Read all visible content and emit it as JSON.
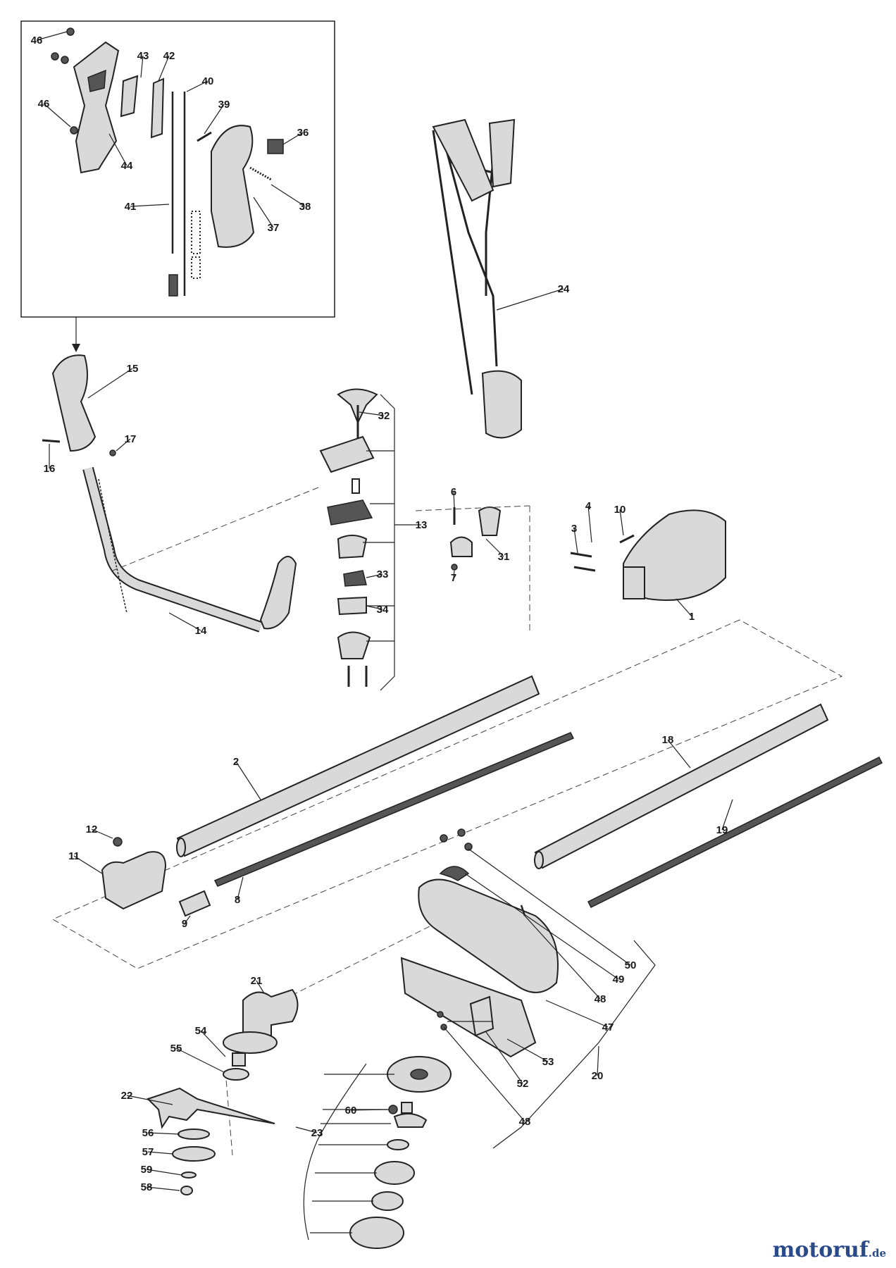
{
  "labels": [
    {
      "id": "46a",
      "text": "46"
    },
    {
      "id": "43",
      "text": "43"
    },
    {
      "id": "42",
      "text": "42"
    },
    {
      "id": "40",
      "text": "40"
    },
    {
      "id": "39",
      "text": "39"
    },
    {
      "id": "36",
      "text": "36"
    },
    {
      "id": "46b",
      "text": "46"
    },
    {
      "id": "44",
      "text": "44"
    },
    {
      "id": "41",
      "text": "41"
    },
    {
      "id": "37",
      "text": "37"
    },
    {
      "id": "38",
      "text": "38"
    },
    {
      "id": "24",
      "text": "24"
    },
    {
      "id": "15",
      "text": "15"
    },
    {
      "id": "32",
      "text": "32"
    },
    {
      "id": "17",
      "text": "17"
    },
    {
      "id": "16",
      "text": "16"
    },
    {
      "id": "6",
      "text": "6"
    },
    {
      "id": "13",
      "text": "13"
    },
    {
      "id": "31",
      "text": "31"
    },
    {
      "id": "7",
      "text": "7"
    },
    {
      "id": "4",
      "text": "4"
    },
    {
      "id": "10",
      "text": "10"
    },
    {
      "id": "3",
      "text": "3"
    },
    {
      "id": "33",
      "text": "33"
    },
    {
      "id": "34",
      "text": "34"
    },
    {
      "id": "14",
      "text": "14"
    },
    {
      "id": "1",
      "text": "1"
    },
    {
      "id": "18",
      "text": "18"
    },
    {
      "id": "2",
      "text": "2"
    },
    {
      "id": "19",
      "text": "19"
    },
    {
      "id": "12",
      "text": "12"
    },
    {
      "id": "11",
      "text": "11"
    },
    {
      "id": "8",
      "text": "8"
    },
    {
      "id": "9",
      "text": "9"
    },
    {
      "id": "50",
      "text": "50"
    },
    {
      "id": "49",
      "text": "49"
    },
    {
      "id": "48a",
      "text": "48"
    },
    {
      "id": "47",
      "text": "47"
    },
    {
      "id": "21",
      "text": "21"
    },
    {
      "id": "54",
      "text": "54"
    },
    {
      "id": "55",
      "text": "55"
    },
    {
      "id": "53",
      "text": "53"
    },
    {
      "id": "20",
      "text": "20"
    },
    {
      "id": "52",
      "text": "52"
    },
    {
      "id": "48b",
      "text": "48"
    },
    {
      "id": "22",
      "text": "22"
    },
    {
      "id": "60",
      "text": "60"
    },
    {
      "id": "23",
      "text": "23"
    },
    {
      "id": "56",
      "text": "56"
    },
    {
      "id": "57",
      "text": "57"
    },
    {
      "id": "59",
      "text": "59"
    },
    {
      "id": "58",
      "text": "58"
    }
  ],
  "watermark": {
    "main": "motoruf",
    "suffix": ".de"
  }
}
